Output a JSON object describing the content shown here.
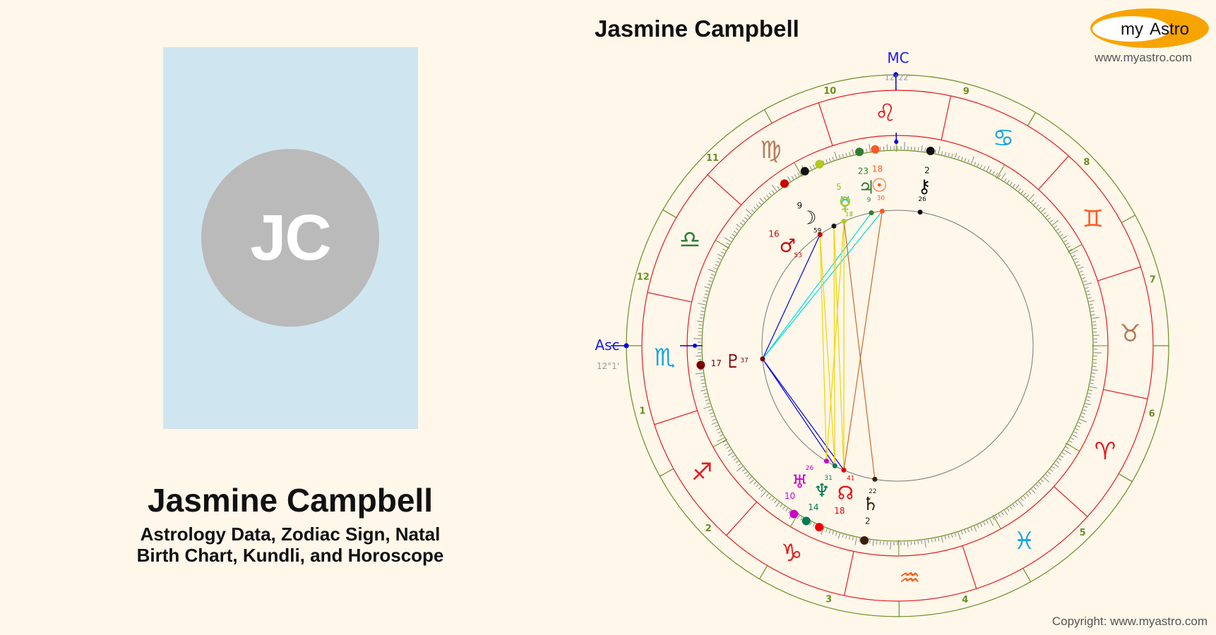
{
  "person": {
    "name": "Jasmine Campbell",
    "initials": "JC",
    "subtitle_line1": "Astrology Data, Zodiac Sign, Natal",
    "subtitle_line2": "Birth Chart, Kundli, and Horoscope"
  },
  "branding": {
    "logo_text_my": "my",
    "logo_text_astro": "Astro",
    "logo_url": "www.myastro.com",
    "copyright": "Copyright: www.myastro.com",
    "logo_color": "#f7a400"
  },
  "chart_data": {
    "type": "natal-wheel",
    "title": "Jasmine Campbell",
    "angles": {
      "asc": {
        "label": "Asc",
        "position": "12°1'",
        "sign": "Scorpio",
        "longitude": 222.02
      },
      "mc": {
        "label": "MC",
        "position": "12°22'",
        "sign": "Leo",
        "longitude": 132.37
      }
    },
    "signs": [
      {
        "name": "Aries",
        "glyph": "♈",
        "color": "#e8191f"
      },
      {
        "name": "Taurus",
        "glyph": "♉",
        "color": "#b87a56"
      },
      {
        "name": "Gemini",
        "glyph": "♊",
        "color": "#ff5a1f"
      },
      {
        "name": "Cancer",
        "glyph": "♋",
        "color": "#18a4e4"
      },
      {
        "name": "Leo",
        "glyph": "♌",
        "color": "#e8191f"
      },
      {
        "name": "Virgo",
        "glyph": "♍",
        "color": "#b87a56"
      },
      {
        "name": "Libra",
        "glyph": "♎",
        "color": "#2e7d32"
      },
      {
        "name": "Scorpio",
        "glyph": "♏",
        "color": "#18a4e4"
      },
      {
        "name": "Sagittarius",
        "glyph": "♐",
        "color": "#e8191f"
      },
      {
        "name": "Capricorn",
        "glyph": "♑",
        "color": "#e8191f"
      },
      {
        "name": "Aquarius",
        "glyph": "♒",
        "color": "#ff5a1f"
      },
      {
        "name": "Pisces",
        "glyph": "♓",
        "color": "#18a4e4"
      }
    ],
    "house_cusp_screen_angles": [
      180,
      208.8,
      239.4,
      270.35,
      299.4,
      329.9,
      0,
      28.8,
      59.4,
      90.35,
      119.4,
      149.9
    ],
    "house_labels": [
      "1",
      "2",
      "3",
      "4",
      "5",
      "6",
      "7",
      "8",
      "9",
      "10",
      "11",
      "12"
    ],
    "planets": [
      {
        "name": "Sun",
        "glyph": "☉",
        "degree": "18",
        "minute": "30",
        "longitude": 138.5,
        "color": "#ff5a1f"
      },
      {
        "name": "Moon",
        "glyph": "☽",
        "degree": "9",
        "minute": "59",
        "longitude": 159.98,
        "color": "#111111"
      },
      {
        "name": "Mercury",
        "glyph": "☿",
        "degree": "5",
        "minute": "17",
        "longitude": 155.28,
        "color": "#1ec8c8"
      },
      {
        "name": "Venus",
        "glyph": "♀",
        "degree": "5",
        "minute": "18",
        "longitude": 155.3,
        "color": "#b5c91a"
      },
      {
        "name": "Mars",
        "glyph": "♂",
        "degree": "16",
        "minute": "53",
        "longitude": 166.88,
        "color": "#cc0000"
      },
      {
        "name": "Jupiter",
        "glyph": "♃",
        "degree": "23",
        "minute": "9",
        "longitude": 143.15,
        "color": "#2e7d32"
      },
      {
        "name": "Saturn",
        "glyph": "♄",
        "degree": "2",
        "minute": "22",
        "longitude": 302.37,
        "color": "#3a1e0a"
      },
      {
        "name": "Uranus",
        "glyph": "♅",
        "degree": "10",
        "minute": "26",
        "longitude": 280.43,
        "color": "#cc00cc"
      },
      {
        "name": "Neptune",
        "glyph": "♆",
        "degree": "14",
        "minute": "31",
        "longitude": 284.52,
        "color": "#007a55"
      },
      {
        "name": "Pluto",
        "glyph": "♇",
        "degree": "17",
        "minute": "37",
        "longitude": 227.62,
        "color": "#7a0000"
      },
      {
        "name": "North Node",
        "glyph": "☊",
        "degree": "18",
        "minute": "41",
        "longitude": 288.68,
        "color": "#ee0000"
      },
      {
        "name": "Chiron",
        "glyph": "⚷",
        "degree": "2",
        "minute": "26",
        "longitude": 122.43,
        "color": "#111111"
      }
    ],
    "aspects": [
      {
        "from": "Pluto",
        "to": "Mars",
        "type": "sextile",
        "color": "#0000dd"
      },
      {
        "from": "Pluto",
        "to": "Neptune",
        "type": "sextile",
        "color": "#0000dd"
      },
      {
        "from": "Pluto",
        "to": "Node",
        "type": "sextile",
        "color": "#0000dd"
      },
      {
        "from": "Pluto",
        "to": "Jupiter",
        "type": "square",
        "color": "#00dddd"
      },
      {
        "from": "Pluto",
        "to": "Sun",
        "type": "square",
        "color": "#00dddd"
      },
      {
        "from": "Mars",
        "to": "Uranus",
        "type": "trine",
        "color": "#f2d200"
      },
      {
        "from": "Mars",
        "to": "Neptune",
        "type": "trine",
        "color": "#f2d200"
      },
      {
        "from": "Moon",
        "to": "Neptune",
        "type": "trine",
        "color": "#f2d200"
      },
      {
        "from": "Moon",
        "to": "Node",
        "type": "trine",
        "color": "#f2d200"
      },
      {
        "from": "Mercury",
        "to": "Uranus",
        "type": "trine",
        "color": "#f2d200"
      },
      {
        "from": "Mercury",
        "to": "Node",
        "type": "trine",
        "color": "#f2d200"
      },
      {
        "from": "Sun",
        "to": "Node",
        "type": "inconjunct",
        "color": "#c96a2a"
      },
      {
        "from": "Mercury",
        "to": "Saturn",
        "type": "inconjunct",
        "color": "#c96a2a"
      }
    ],
    "center": [
      1271,
      490
    ],
    "radii": {
      "outer": 384,
      "sign_outer": 362,
      "sign_inner": 298,
      "tick_outer": 287,
      "tick_inner": 277,
      "planet_dot": 280,
      "aspect": 192
    }
  }
}
